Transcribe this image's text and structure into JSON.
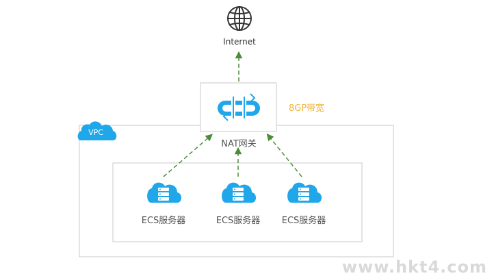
{
  "labels": {
    "internet": "Internet",
    "bandwidth": "8GP带宽",
    "vpc": "VPC",
    "nat": "NAT网关",
    "ecs": [
      "ECS服务器",
      "ECS服务器",
      "ECS服务器"
    ]
  },
  "watermark": "www.hkt4.com",
  "icons": {
    "internet": "globe-icon",
    "nat": "nat-gateway-icon",
    "ecs": "cloud-server-icon",
    "vpc": "cloud-icon"
  },
  "colors": {
    "accent": "#1fa7ea",
    "arrow": "#4f8a3a",
    "bandwidth": "#f0b43c",
    "border": "#c8c8c8",
    "text": "#555555"
  }
}
